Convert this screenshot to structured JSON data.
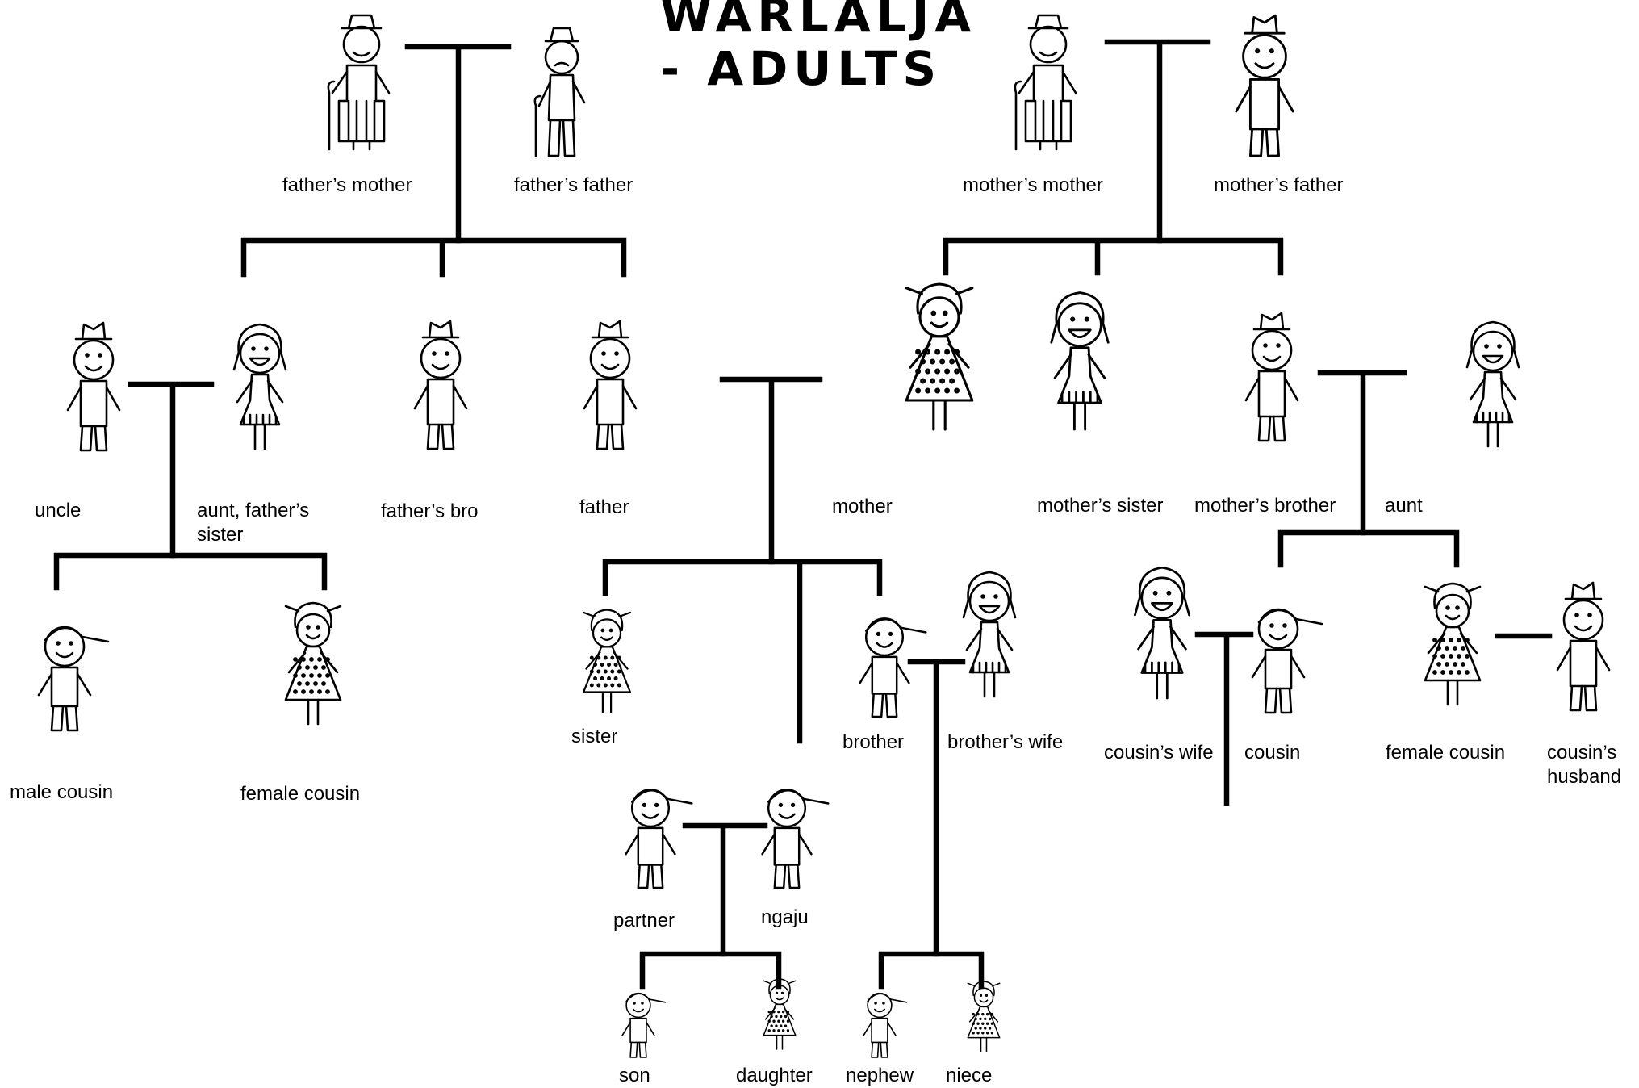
{
  "title": {
    "line1": "WARLALJA",
    "line2": "- ADULTS"
  },
  "labels": {
    "fathers_mother": "father’s mother",
    "fathers_father": "father’s father",
    "mothers_mother": "mother’s mother",
    "mothers_father": "mother’s father",
    "uncle": "uncle",
    "aunt_fathers_sister": "aunt, father’s sister",
    "fathers_bro": "father’s bro",
    "father": "father",
    "mother": "mother",
    "mothers_sister": "mother’s sister",
    "mothers_brother": "mother’s brother",
    "aunt": "aunt",
    "male_cousin": "male cousin",
    "female_cousin_left": "female cousin",
    "sister": "sister",
    "brother": "brother",
    "brothers_wife": "brother’s wife",
    "cousins_wife": "cousin’s wife",
    "cousin": "cousin",
    "female_cousin_right": "female cousin",
    "cousins_husband": "cousin’s husband",
    "partner": "partner",
    "ngaju": "ngaju",
    "son": "son",
    "daughter": "daughter",
    "nephew": "nephew",
    "niece": "niece"
  },
  "icons": {
    "elder_woman": "elder-woman-icon",
    "elder_man": "elder-man-icon",
    "man_hat": "man-with-hat-icon",
    "woman": "woman-icon",
    "girl_dress": "girl-dotted-dress-icon",
    "man_cap": "man-with-cap-icon"
  },
  "colors": {
    "ink": "#000000",
    "background": "#ffffff"
  }
}
